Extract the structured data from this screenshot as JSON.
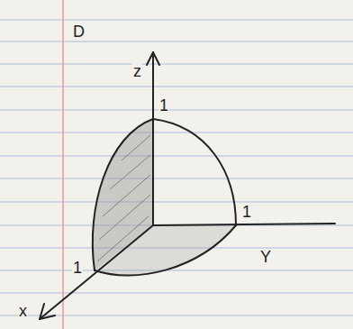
{
  "diagram": {
    "labels": [
      "D",
      "z",
      "1",
      "1",
      "Y",
      "1",
      "x"
    ]
  }
}
